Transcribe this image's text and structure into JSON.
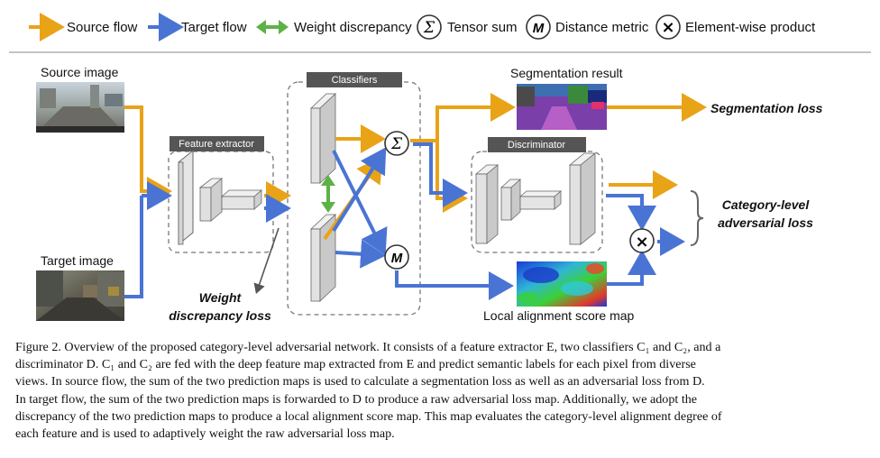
{
  "legend": {
    "source_flow": "Source flow",
    "target_flow": "Target flow",
    "weight_discrepancy": "Weight discrepancy",
    "tensor_sum": "Tensor sum",
    "distance_metric": "Distance metric",
    "element_product": "Element-wise product"
  },
  "symbols": {
    "sum": "Σ",
    "metric": "M",
    "product": "×"
  },
  "labels": {
    "source_image": "Source image",
    "target_image": "Target image",
    "feature_extractor": "Feature extractor",
    "classifiers": "Classifiers",
    "segmentation_result": "Segmentation result",
    "segmentation_loss": "Segmentation loss",
    "discriminator": "Discriminator",
    "category_loss_line1": "Category-level",
    "category_loss_line2": "adversarial loss",
    "weight_loss_line1": "Weight",
    "weight_loss_line2": "discrepancy loss",
    "alignment_map": "Local alignment score map"
  },
  "colors": {
    "source": "#E8A317",
    "target": "#4A74D4",
    "weight": "#5DB246"
  },
  "caption": [
    "Figure 2. Overview of the proposed category-level adversarial network. It consists of a feature extractor E, two classifiers C₁ and C₂, and a",
    "discriminator D. C₁ and C₂ are fed with the deep feature map extracted from E and predict semantic labels for each pixel from diverse",
    "views. In source flow, the sum of the two prediction maps is used to calculate a segmentation loss as well as an adversarial loss from D.",
    "In target flow, the sum of the two prediction maps is forwarded to D to produce a raw adversarial loss map. Additionally, we adopt the",
    "discrepancy of the two prediction maps to produce a local alignment score map. This map evaluates the category-level alignment degree of",
    "each feature and is used to adaptively weight the raw adversarial loss map."
  ]
}
